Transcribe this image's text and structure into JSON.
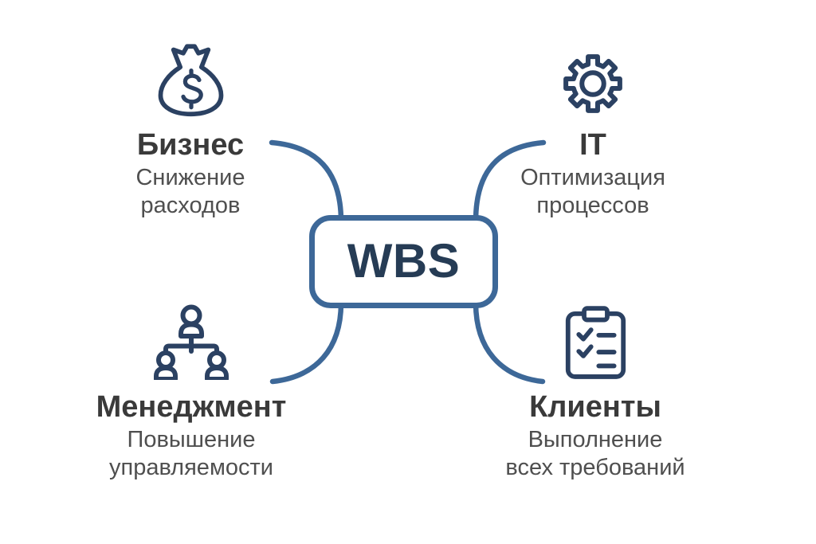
{
  "diagram": {
    "center": {
      "label": "WBS"
    },
    "nodes": [
      {
        "id": "business",
        "icon": "money-bag-icon",
        "title": "Бизнес",
        "subtitle": "Снижение\nрасходов"
      },
      {
        "id": "it",
        "icon": "gear-icon",
        "title": "IT",
        "subtitle": "Оптимизация\nпроцессов"
      },
      {
        "id": "management",
        "icon": "org-chart-icon",
        "title": "Менеджмент",
        "subtitle": "Повышение\nуправляемости"
      },
      {
        "id": "clients",
        "icon": "clipboard-checklist-icon",
        "title": "Клиенты",
        "subtitle": "Выполнение\nвсех требований"
      }
    ],
    "colors": {
      "connector": "#3d6898",
      "icon": "#2b4162",
      "heading": "#3a3a3a",
      "subtext": "#4f4f4f",
      "center_text": "#263c55",
      "background": "#ffffff"
    }
  }
}
